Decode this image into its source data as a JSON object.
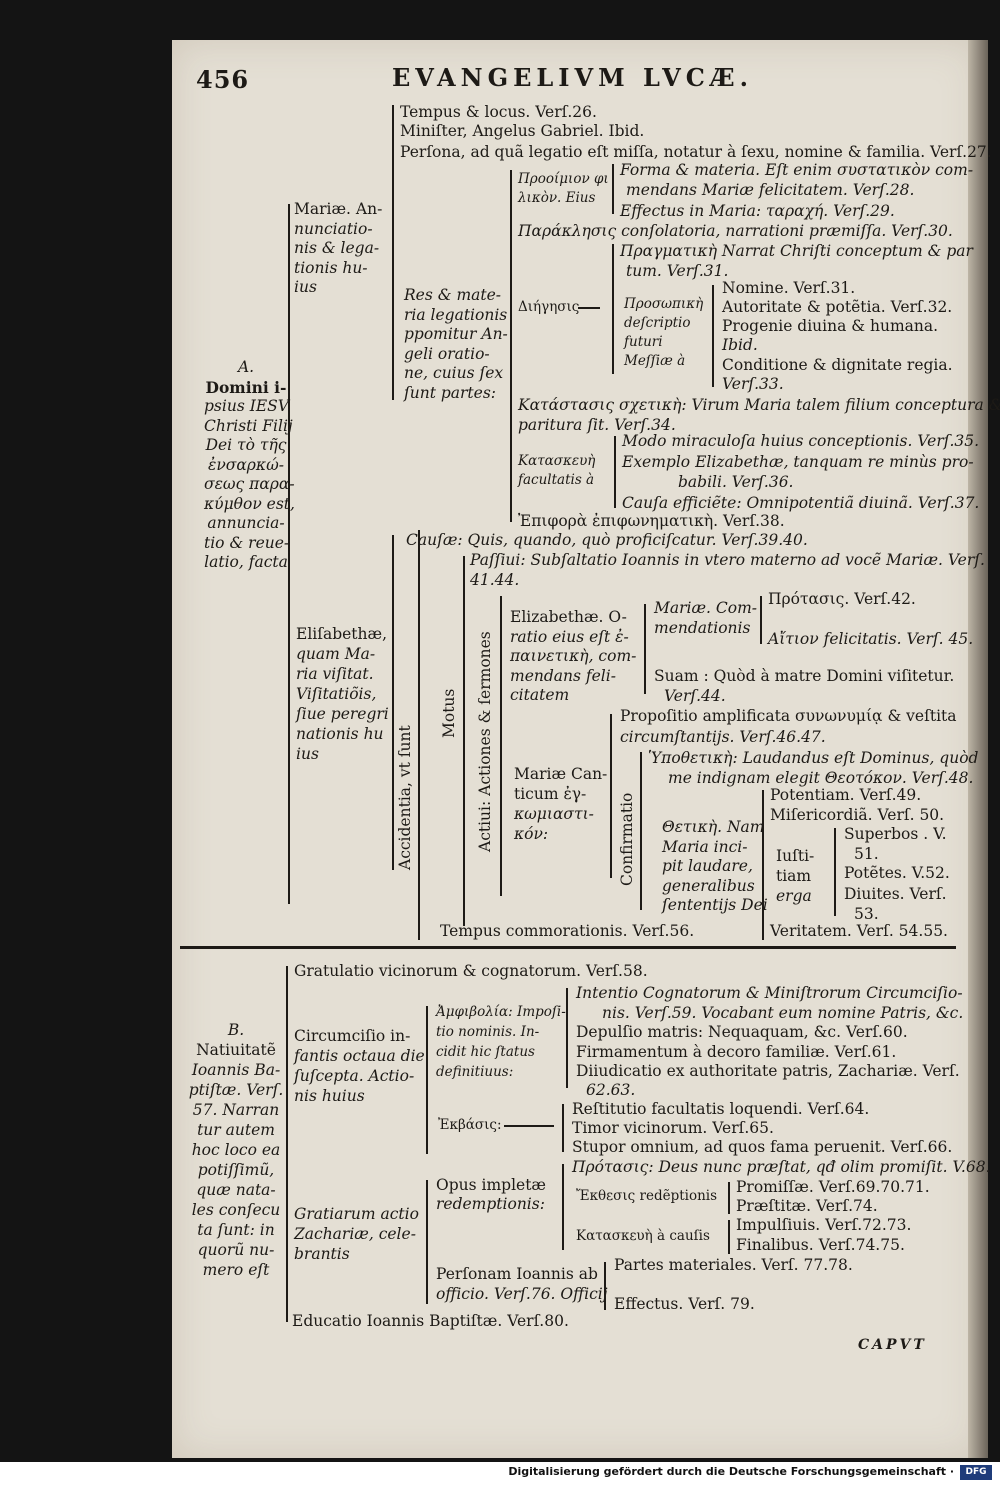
{
  "page": {
    "number": "456",
    "running_title": "EVANGELIVM LVCÆ.",
    "catchword": "CAPVT"
  },
  "section_a": {
    "head": [
      "A.",
      "Domini i-",
      "psius IESV",
      "Christi Filij",
      "Dei τὸ τῆς",
      "ἐνσαρκώ-",
      "σεως παρα-",
      "κύμθον est,",
      "annuncia-",
      "tio & reue-",
      "latio, facta"
    ],
    "mariae": [
      "Mariæ. An-",
      "nunciatio-",
      "nis & lega-",
      "tionis hu-",
      "ius"
    ],
    "tempus": "Tempus & locus. Verſ.26.",
    "minister": "Miniſter, Angelus Gabriel. Ibid.",
    "persona": "Perſona, ad quã legatio eſt miſſa, notatur à ſexu, nomine & familia. Verſ.27.",
    "res": [
      "Res & mate-",
      "ria legationis",
      "ppomitur An-",
      "geli oratio-",
      "ne, cuius ſex",
      "ſunt partes:"
    ],
    "prooimion": [
      "Προοίμιον φι",
      "λικὸν. Eius"
    ],
    "forma": [
      "Forma & materia. Eſt enim συστατικὸν com-",
      "mendans Mariæ felicitatem. Verſ.28."
    ],
    "effectus": "Effectus in Maria: ταραχή. Verſ.29.",
    "paraklesis": "Παράκλησις conſolatoria, narrationi præmiſſa. Verſ.30.",
    "diegesis": "Διήγησις",
    "pragmatike": [
      "Πραγματικὴ Narrat Chriſti conceptum & par",
      "tum. Verſ.31."
    ],
    "prosopike": [
      "Προσωπικὴ",
      "deſcriptio",
      "futuri",
      "Meſſiæ à"
    ],
    "nomine": "Nomine. Verſ.31.",
    "autoritate": "Autoritate & potẽtia. Verſ.32.",
    "progenie": [
      "Progenie diuina & humana.",
      "Ibid."
    ],
    "conditione": [
      "Conditione & dignitate regia.",
      "Verſ.33."
    ],
    "katastasis": [
      "Κατάστασις σχετικὴ: Virum Maria talem filium conceptura &",
      "paritura ſit. Verſ.34."
    ],
    "kataskeue": [
      "Κατασκευὴ",
      "facultatis à"
    ],
    "modo": "Modo miraculoſa huius conceptionis. Verſ.35.",
    "exemplo": [
      "Exemplo Elizabethæ, tanquam re minùs pro-",
      "babili. Verſ.36."
    ],
    "causa": "Cauſa efficiẽte: Omnipotentiã diuinã. Verſ.37.",
    "epiphora": "Ἐπιφορὰ ἐπιφωνηματικὴ. Verſ.38.",
    "elisabethae": [
      "Eliſabethæ,",
      "quam Ma-",
      "ria viſitat.",
      "Viſitatiõis,",
      "ſiue peregri",
      "nationis hu",
      "ius"
    ],
    "accidentia": "Accidentia, vt ſunt",
    "causae": "Cauſæ: Quis, quando, quò proficiſcatur. Verſ.39.40.",
    "motus": "Motus",
    "passiui": [
      "Paſſiui: Subſaltatio Ioannis in vtero materno ad vocẽ Mariæ. Verſ.",
      "41.44."
    ],
    "actiui": "Actiui: Actiones & ſermones",
    "elizabethae_oratio": [
      "Elizabethæ. O-",
      "ratio eius eſt ἐ-",
      "παινετικὴ, com-",
      "mendans feli-",
      "citatem"
    ],
    "mariae_commendationis": [
      "Mariæ. Com-",
      "mendationis"
    ],
    "protasis": "Πρότασις. Verſ.42.",
    "aitiou": "Αἴτιον felicitatis. Verſ. 45.",
    "suam": [
      "Suam : Quòd à matre Domini viſitetur.",
      "Verſ.44."
    ],
    "canticum": [
      "Mariæ Can-",
      "ticum ἐγ-",
      "κωμιαστι-",
      "κόν:"
    ],
    "propositio": [
      "Propoſitio amplificata συνωνυμίᾳ & veſtita",
      "circumſtantijs. Verſ.46.47."
    ],
    "confirmatio": "Confirmatio",
    "hypothetike": [
      "Ὑποθετικὴ: Laudandus eſt Dominus, quòd",
      "me indignam elegit Θεοτόκον. Verſ.48."
    ],
    "thetike": [
      "Θετικὴ. Nam",
      "Maria inci-",
      "pit laudare,",
      "generalibus",
      "ſententijs Dei"
    ],
    "potentiam": "Potentiam. Verſ.49.",
    "misericordia": "Miſericordiã. Verſ. 50.",
    "iustitiam": [
      "Iuſti-",
      "tiam",
      "erga"
    ],
    "superbos": [
      "Superbos . V.",
      "51."
    ],
    "potentes": "Potẽtes. V.52.",
    "diuites": [
      "Diuites. Verſ.",
      "53."
    ],
    "veritatem": "Veritatem. Verſ. 54.55.",
    "tempus_commorationis": "Tempus commorationis. Verſ.56."
  },
  "section_b": {
    "head": [
      "B.",
      "Natiuitatẽ",
      "Ioannis Ba-",
      "ptiſtæ. Verſ.",
      "57. Narran",
      "tur autem",
      "hoc loco ea",
      "potiſſimũ,",
      "quæ nata-",
      "les conſecu",
      "ta ſunt: in",
      "quorũ nu-",
      "mero eſt"
    ],
    "gratulatio": "Gratulatio vicinorum & cognatorum. Verſ.58.",
    "circumcisio": [
      "Circumciſio in-",
      "fantis octaua die",
      "ſuſcepta. Actio-",
      "nis huius"
    ],
    "amphibolia": [
      "Ἀμφιβολία: Impoſi-",
      "tio nominis. In-",
      "cidit hic ſtatus",
      "definitiuus:"
    ],
    "intentio": [
      "Intentio Cognatorum & Miniſtrorum Circumciſio-",
      "nis. Verſ.59. Vocabant eum nomine Patris, &c."
    ],
    "depulsio": "Depulſio matris: Nequaquam, &c. Verſ.60.",
    "firmamentum": "Firmamentum à decoro familiæ. Verſ.61.",
    "diiudicatio": [
      "Diiudicatio ex authoritate patris, Zachariæ. Verſ.",
      "62.63."
    ],
    "ekbasis": "Ἐκβάσις:",
    "restitutio": "Reſtitutio facultatis loquendi. Verſ.64.",
    "timor": "Timor vicinorum. Verſ.65.",
    "stupor": "Stupor omnium, ad quos fama peruenit. Verſ.66.",
    "gratiarum": [
      "Gratiarum actio",
      "Zachariæ, cele-",
      "brantis"
    ],
    "opus": [
      "Opus impletæ",
      "redemptionis:"
    ],
    "protasis2": "Πρότασις: Deus nunc præſtat, qđ olim promiſit. V.68.",
    "ekthesis": "Ἔκθεσις redẽptionis",
    "promissae": "Promiſſæ. Verſ.69.70.71.",
    "praestitae": "Præſtitæ. Verſ.74.",
    "kataskeue2": "Κατασκευὴ à cauſis",
    "impulsiuis": "Impulſiuis. Verſ.72.73.",
    "finalibus": "Finalibus. Verſ.74.75.",
    "personam": [
      "Perſonam Ioannis ab",
      "officio. Verſ.76. Officij"
    ],
    "partes": "Partes materiales. Verſ. 77.78.",
    "effectus2": "Effectus. Verſ. 79.",
    "educatio": "Educatio Ioannis Baptiſtæ. Verſ.80."
  },
  "footer": {
    "text": "Digitalisierung gefördert durch die Deutsche Forschungsgemeinschaft ·",
    "logo": "DFG"
  }
}
